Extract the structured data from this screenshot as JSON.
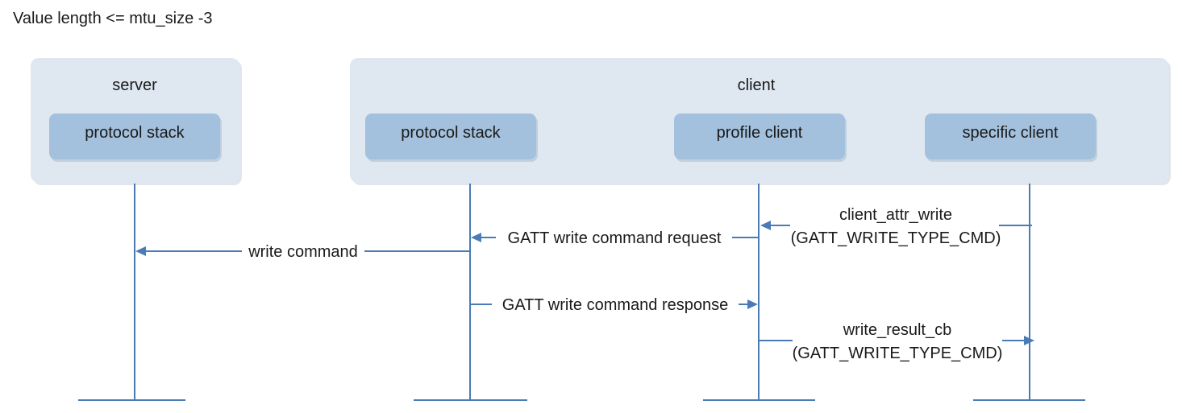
{
  "title": "Value length <= mtu_size -3",
  "groups": {
    "server": {
      "label": "server",
      "component": "protocol stack"
    },
    "client": {
      "label": "client",
      "components": [
        "protocol stack",
        "profile client",
        "specific client"
      ]
    }
  },
  "messages": [
    {
      "from": "client_protocol_stack",
      "to": "server_protocol_stack",
      "label_lines": [
        "write command"
      ]
    },
    {
      "from": "profile_client",
      "to": "client_protocol_stack",
      "label_lines": [
        "GATT write command request"
      ]
    },
    {
      "from": "specific_client",
      "to": "profile_client",
      "label_lines": [
        "client_attr_write",
        "(GATT_WRITE_TYPE_CMD)"
      ]
    },
    {
      "from": "client_protocol_stack",
      "to": "profile_client",
      "label_lines": [
        "GATT write command response"
      ]
    },
    {
      "from": "profile_client",
      "to": "specific_client",
      "label_lines": [
        "write_result_cb",
        "(GATT_WRITE_TYPE_CMD)"
      ]
    }
  ],
  "colors": {
    "group_fill": "#dfe8f1",
    "component_fill": "#a3c0dc",
    "line": "#4a7bb5"
  }
}
